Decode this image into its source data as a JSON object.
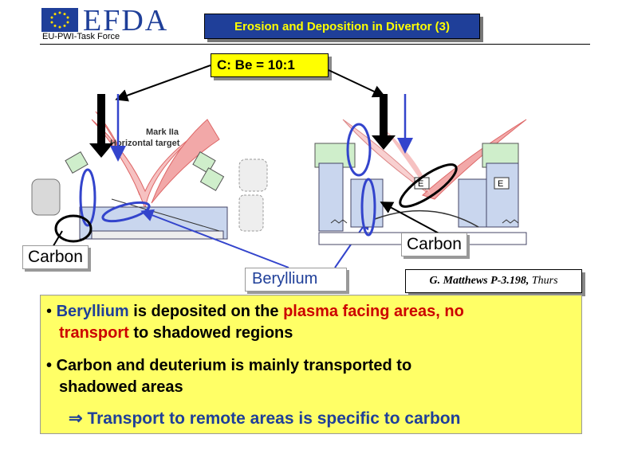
{
  "header": {
    "logo_text": "EFDA",
    "taskforce": "EU-PWI-Task Force",
    "title": "Erosion and Deposition in Divertor (3)"
  },
  "ratio_label": "C:  Be = 10:1",
  "left_diagram": {
    "label_line1": "Mark IIa",
    "label_line2": "Horizontal target"
  },
  "labels": {
    "carbon_left": "Carbon",
    "carbon_right": "Carbon",
    "beryllium": "Beryllium"
  },
  "citation": {
    "text": "G. Matthews P-3.198,",
    "day": "Thurs"
  },
  "bullets": {
    "b1_part1": "Beryllium",
    "b1_part2": " is deposited on the ",
    "b1_part3": "plasma facing areas, no",
    "b1_part4": "transport",
    "b1_part5": " to shadowed regions",
    "b2_line1": "Carbon and deuterium is mainly transported to",
    "b2_line2": "shadowed areas",
    "b3_arrow": "⇒",
    "b3_text": " Transport to remote areas is specific to carbon"
  },
  "colors": {
    "blue": "#1f3f99",
    "yellow": "#ffff00",
    "red": "#cc0000",
    "pink": "#f1a3a3",
    "green": "#cfeecb",
    "divertor_blue": "#c9d6ee"
  }
}
